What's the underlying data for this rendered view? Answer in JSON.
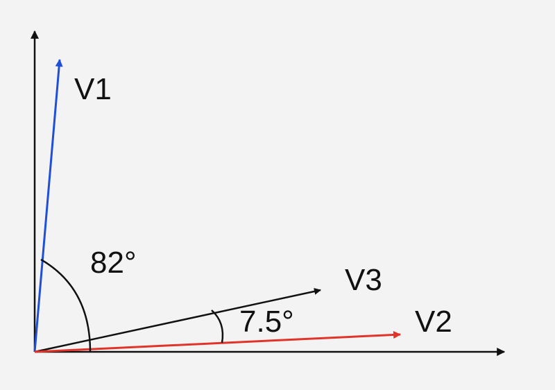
{
  "diagram": {
    "background": "#f3f3f3",
    "vectors": [
      {
        "id": "v1",
        "label": "V1",
        "color": "#1f4fd6"
      },
      {
        "id": "v2",
        "label": "V2",
        "color": "#e0342a"
      },
      {
        "id": "v3",
        "label": "V3",
        "color": "#111111"
      }
    ],
    "angles": [
      {
        "id": "angle-82",
        "label": "82°",
        "between": [
          "x-axis",
          "V1"
        ]
      },
      {
        "id": "angle-7-5",
        "label": "7.5°",
        "between": [
          "V2",
          "V3"
        ]
      }
    ],
    "axis_color": "#111111"
  }
}
